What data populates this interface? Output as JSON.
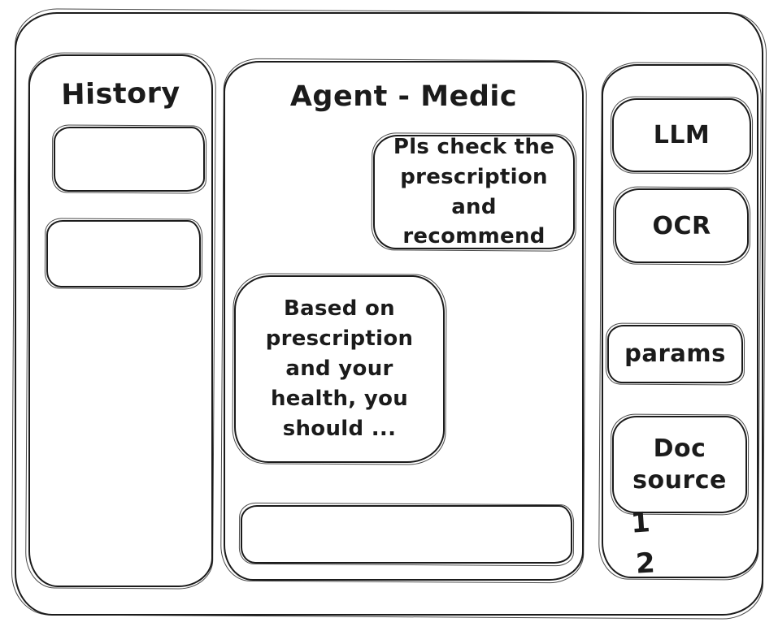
{
  "colors": {
    "ink": "#1b1b1b",
    "background": "#ffffff"
  },
  "history_panel": {
    "title": "History",
    "items": [
      {
        "label": ""
      },
      {
        "label": ""
      }
    ]
  },
  "chat_panel": {
    "title": "Agent - Medic",
    "messages": [
      {
        "role": "user",
        "text": "Pls check the prescription and recommend"
      },
      {
        "role": "agent",
        "text": "Based on prescription and your health, you should ..."
      }
    ],
    "input": {
      "value": "",
      "placeholder": ""
    }
  },
  "tools_panel": {
    "items": [
      {
        "label": "LLM"
      },
      {
        "label": "OCR"
      },
      {
        "label": "params"
      },
      {
        "label": "Doc source"
      }
    ],
    "annotations": [
      "1",
      "2"
    ]
  }
}
